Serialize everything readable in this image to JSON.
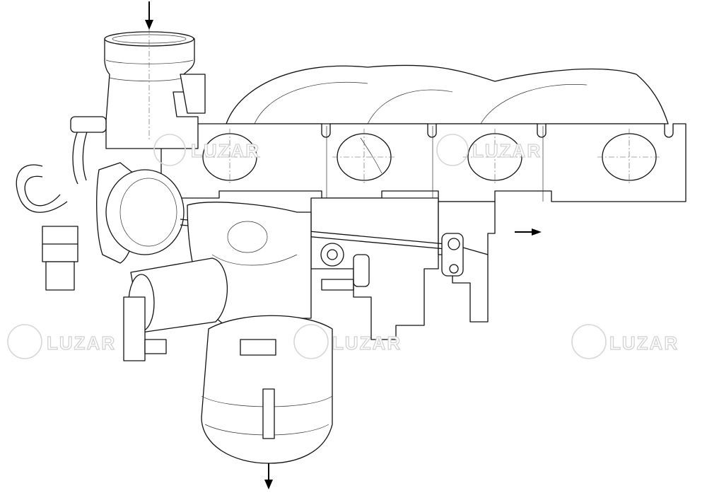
{
  "figure": {
    "subject": "turbocharger-technical-line-drawing",
    "watermark": {
      "brand": "LUZAR",
      "color": "#d0d0d0"
    },
    "flow_arrows": [
      "inlet-down-top",
      "outlet-right",
      "outlet-down-bottom"
    ],
    "line_color": "#111111",
    "background": "#ffffff"
  }
}
